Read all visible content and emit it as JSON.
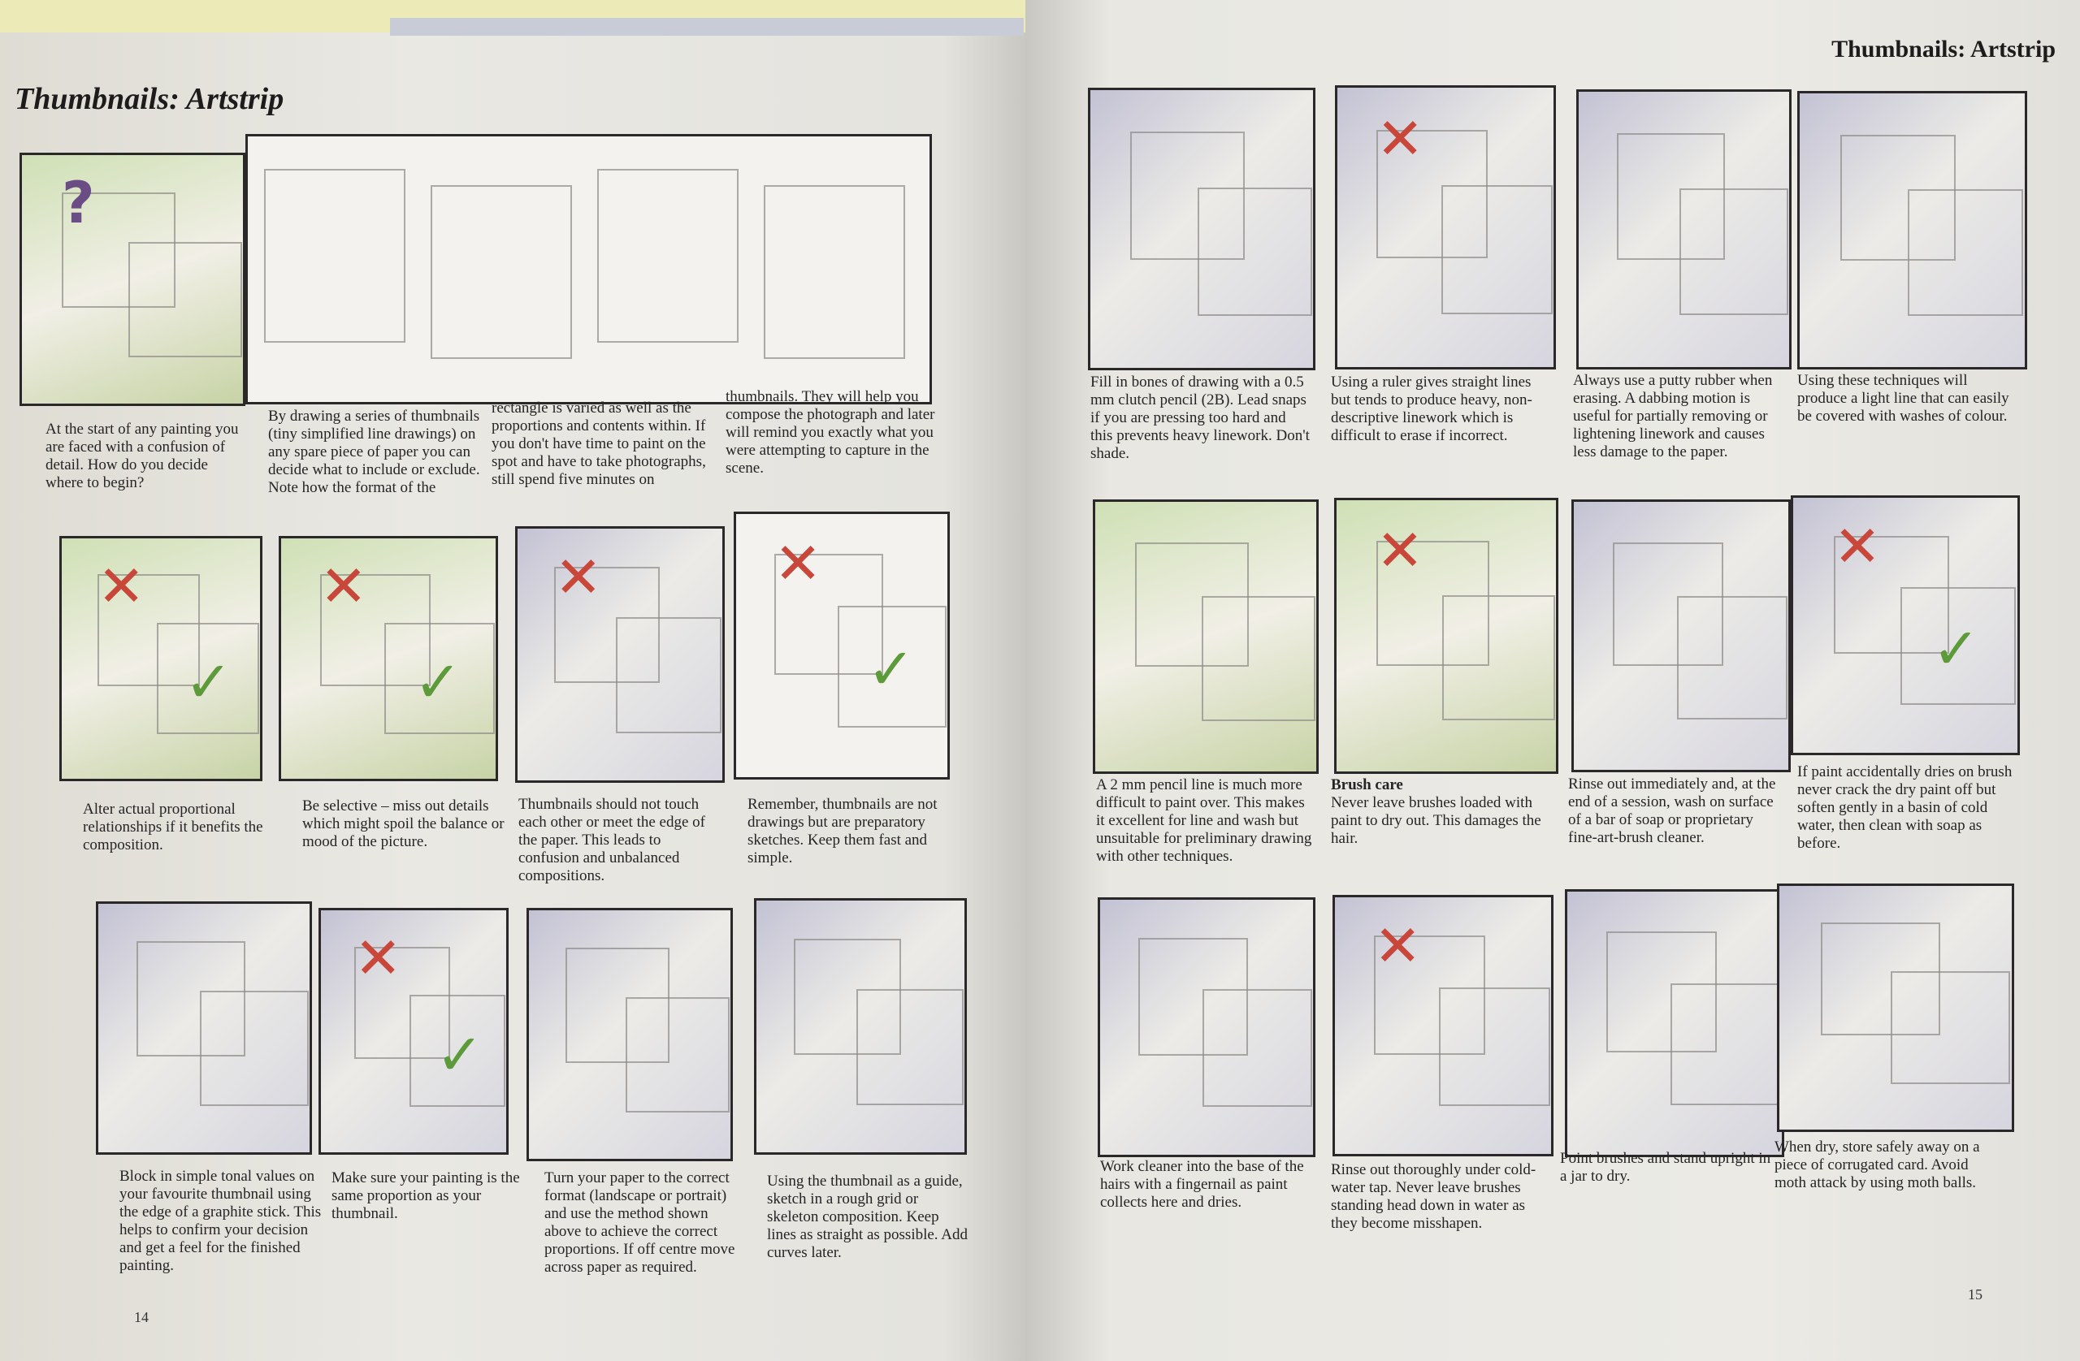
{
  "left_page": {
    "title": "Thumbnails: Artstrip",
    "page_number": "14",
    "panels": [
      {
        "caption": "At the start of any painting you are faced with a confusion of detail. How do you decide where to begin?",
        "style": "colour",
        "marks": [
          "question"
        ]
      },
      {
        "caption": "By drawing a series of thumbnails (tiny simplified line drawings) on any spare piece of paper you can decide what to include or exclude. Note how the format of the",
        "style": "plain",
        "marks": []
      },
      {
        "caption": "rectangle is varied as well as the proportions and contents within. If you don't have time to paint on the spot and have to take photographs, still spend five minutes on",
        "style": "none",
        "marks": []
      },
      {
        "caption": "thumbnails. They will help you compose the photograph and later will remind you exactly what you were attempting to capture in the scene.",
        "style": "none",
        "marks": []
      },
      {
        "caption": "Alter actual proportional relationships if it benefits the composition.",
        "style": "colour",
        "marks": [
          "cross",
          "tick"
        ]
      },
      {
        "caption": "Be selective – miss out details which might spoil the balance or mood of the picture.",
        "style": "colour",
        "marks": [
          "cross",
          "tick"
        ]
      },
      {
        "caption": "Thumbnails should not touch each other or meet the edge of the paper. This leads to confusion and unbalanced compositions.",
        "style": "wash",
        "marks": [
          "cross"
        ]
      },
      {
        "caption": "Remember, thumbnails are not drawings but are preparatory sketches. Keep them fast and simple.",
        "style": "plain",
        "marks": [
          "cross",
          "tick"
        ]
      },
      {
        "caption": "Block in simple tonal values on your favourite thumbnail using the edge of a graphite stick. This helps to confirm your decision and get a feel for the finished painting.",
        "style": "wash",
        "marks": []
      },
      {
        "caption": "Make sure your painting is the same proportion as your thumbnail.",
        "style": "wash",
        "marks": [
          "cross",
          "tick"
        ]
      },
      {
        "caption": "Turn your paper to the correct format (landscape or portrait) and use the method shown above to achieve the correct proportions. If off centre move across paper as required.",
        "style": "wash",
        "marks": []
      },
      {
        "caption": "Using the thumbnail as a guide, sketch in a rough grid or skeleton composition. Keep lines as straight as possible. Add curves later.",
        "style": "wash",
        "marks": []
      }
    ]
  },
  "right_page": {
    "title": "Thumbnails: Artstrip",
    "page_number": "15",
    "panels": [
      {
        "caption": "Fill in bones of drawing with a 0.5 mm clutch pencil (2B). Lead snaps if you are pressing too hard and this prevents heavy linework. Don't shade.",
        "style": "wash",
        "marks": []
      },
      {
        "caption": "Using a ruler gives straight lines but tends to produce heavy, non-descriptive linework which is difficult to erase if incorrect.",
        "style": "wash",
        "marks": [
          "cross"
        ]
      },
      {
        "caption": "Always use a putty rubber when erasing. A dabbing motion is useful for partially removing or lightening linework and causes less damage to the paper.",
        "style": "wash",
        "marks": []
      },
      {
        "caption": "Using these techniques will produce a light line that can easily be covered with washes of colour.",
        "style": "wash",
        "marks": []
      },
      {
        "caption": "A 2 mm pencil line is much more difficult to paint over. This makes it excellent for line and wash but unsuitable for preliminary drawing with other techniques.",
        "style": "colour",
        "marks": []
      },
      {
        "heading": "Brush care",
        "caption": "Never leave brushes loaded with paint to dry out. This damages the hair.",
        "style": "colour",
        "marks": [
          "cross"
        ]
      },
      {
        "caption": "Rinse out immediately and, at the end of a session, wash on surface of a bar of soap or proprietary fine-art-brush cleaner.",
        "style": "wash",
        "marks": []
      },
      {
        "caption": "If paint accidentally dries on brush never crack the dry paint off but soften gently in a basin of cold water, then clean with soap as before.",
        "style": "wash",
        "marks": [
          "cross",
          "tick"
        ]
      },
      {
        "caption": "Work cleaner into the base of the hairs with a fingernail as paint collects here and dries.",
        "style": "wash",
        "marks": []
      },
      {
        "caption": "Rinse out thoroughly under cold-water tap. Never leave brushes standing head down in water as they become misshapen.",
        "style": "wash",
        "marks": [
          "cross"
        ]
      },
      {
        "caption": "Point brushes and stand upright in a jar to dry.",
        "style": "wash",
        "marks": []
      },
      {
        "caption": "When dry, store safely away on a piece of corrugated card. Avoid moth attack by using moth balls.",
        "style": "wash",
        "marks": []
      }
    ]
  },
  "colors": {
    "cross": "#c9473a",
    "tick": "#5c9a3a",
    "ink": "#2a2829"
  }
}
